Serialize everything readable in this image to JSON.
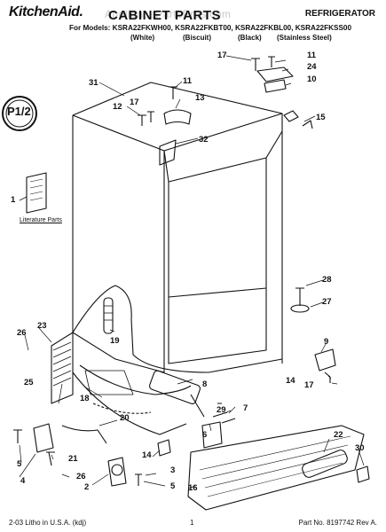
{
  "header": {
    "brand": "KitchenAid.",
    "title": "CABINET PARTS",
    "watermark": "AppliancePartsPros.com",
    "category": "REFRIGERATOR",
    "models_line": "For Models: KSRA22FKWH00, KSRA22FKBT00, KSRA22FKBL00, KSRA22FKSS00",
    "variants": [
      "(White)",
      "(Biscuit)",
      "(Black)",
      "(Stainless Steel)"
    ]
  },
  "stamp": {
    "text": "P1/2"
  },
  "literature": {
    "label": "Literature Parts"
  },
  "callouts": [
    "31",
    "11",
    "13",
    "12",
    "17",
    "32",
    "17",
    "11",
    "24",
    "10",
    "15",
    "1",
    "28",
    "27",
    "26",
    "23",
    "19",
    "9",
    "8",
    "14",
    "17",
    "25",
    "18",
    "29",
    "7",
    "6",
    "20",
    "22",
    "30",
    "5",
    "21",
    "14",
    "3",
    "4",
    "26",
    "2",
    "5",
    "16"
  ],
  "footer": {
    "left": "2-03 Litho in U.S.A. (kdj)",
    "center": "1",
    "right": "Part No. 8197742 Rev A."
  }
}
